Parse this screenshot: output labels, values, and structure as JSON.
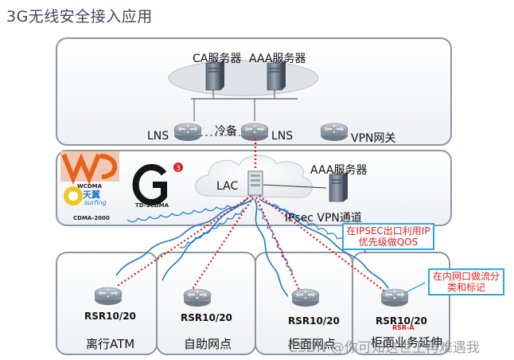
{
  "title": "3G无线安全接入应用",
  "core": {
    "ca_server": "CA服务器",
    "aaa_server": "AAA服务器",
    "lns_left": "LNS",
    "standby": "冷备",
    "lns_right": "LNS",
    "vpn_gateway": "VPN网关"
  },
  "access": {
    "lac": "LAC",
    "aaa_server": "AAA服务器",
    "ipsec_tunnel": "IPsec VPN通道",
    "logos": {
      "wcdma": "WCDMA",
      "td_scdma": "TD-SCDMA",
      "tianyi": "天翼",
      "surfing": "surfing",
      "cdma2000": "CDMA-2000"
    }
  },
  "callouts": {
    "qos": "在IPSEC出口利用IP优先级做QOS",
    "classify": "在内网口做流分类和标记"
  },
  "branches": [
    {
      "router": "RSR10/20",
      "name": "离行ATM"
    },
    {
      "router": "RSR10/20",
      "name": "自助网点"
    },
    {
      "router": "RSR10/20",
      "name": "柜面网点"
    },
    {
      "router": "RSR10/20",
      "name": "柜面业务延伸",
      "tag": "RSR-A"
    }
  ],
  "watermark": "CSDN @你可知这世上再难遇我",
  "colors": {
    "panel_border": "#8e97a0",
    "wave": "#1e78c8",
    "red_dotted": "#e01818",
    "callout_border": "#29a9e0",
    "callout_text": "#e02020"
  }
}
